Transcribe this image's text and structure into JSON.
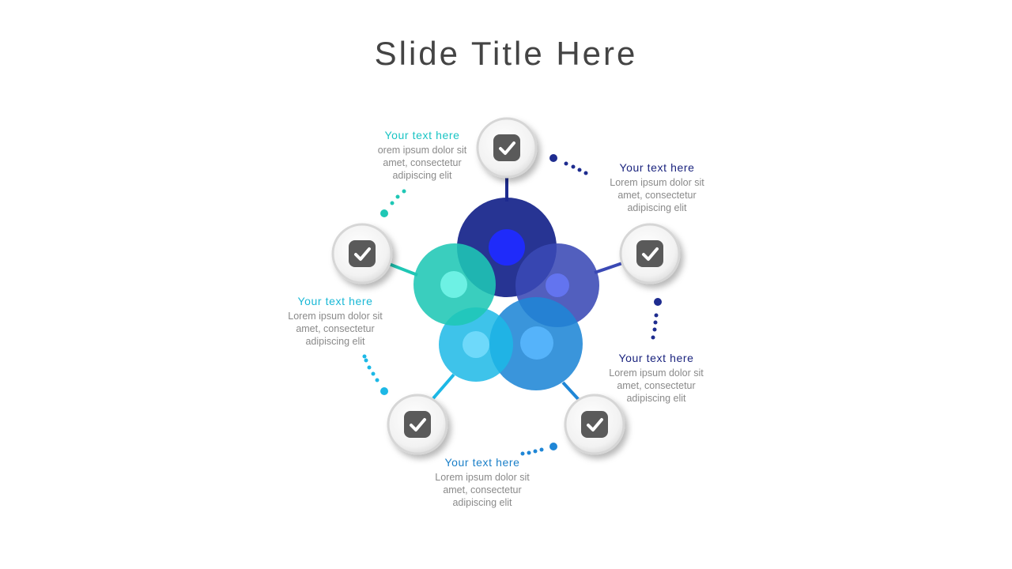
{
  "slide": {
    "title": "Slide Title Here"
  },
  "colors": {
    "navy": "#1e2c8f",
    "royal": "#3a49b5",
    "teal": "#1fc7b5",
    "sky": "#1cb8e6",
    "ocean": "#1f86d6",
    "checkmark_badge": "#5a5a5a"
  },
  "callouts": [
    {
      "id": "top",
      "heading": "Your text here",
      "lines": [
        "orem ipsum dolor sit",
        "amet, consectetur",
        "adipiscing elit"
      ],
      "heading_color": "#19c4c4",
      "icon": "check-icon"
    },
    {
      "id": "top-right",
      "heading": "Your text here",
      "lines": [
        "Lorem ipsum dolor sit",
        "amet, consectetur",
        "adipiscing elit"
      ],
      "heading_color": "#1a237e",
      "icon": "check-icon"
    },
    {
      "id": "right",
      "heading": "Your text here",
      "lines": [
        "Lorem ipsum dolor sit",
        "amet, consectetur",
        "adipiscing elit"
      ],
      "heading_color": "#1a237e",
      "icon": "check-icon"
    },
    {
      "id": "bottom",
      "heading": "Your text here",
      "lines": [
        "Lorem ipsum dolor sit",
        "amet, consectetur",
        "adipiscing elit"
      ],
      "heading_color": "#1a7fc8",
      "icon": "check-icon"
    },
    {
      "id": "left",
      "heading": "Your text here",
      "lines": [
        "Lorem ipsum dolor sit",
        "amet, consectetur",
        "adipiscing elit"
      ],
      "heading_color": "#19b8d6",
      "icon": "check-icon"
    }
  ]
}
